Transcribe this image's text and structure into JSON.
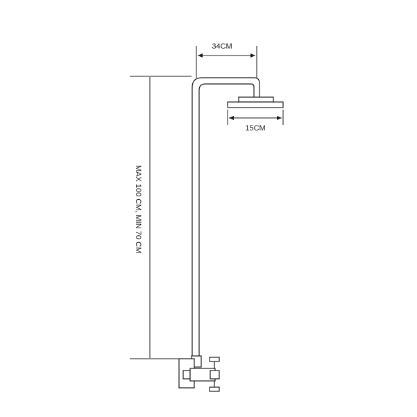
{
  "diagram": {
    "arm_width_label": "34CM",
    "head_width_label": "15CM",
    "height_label": "MAX 100 CM, MIN 70 CM"
  },
  "colors": {
    "line": "#1a1a1a",
    "background": "#ffffff"
  }
}
